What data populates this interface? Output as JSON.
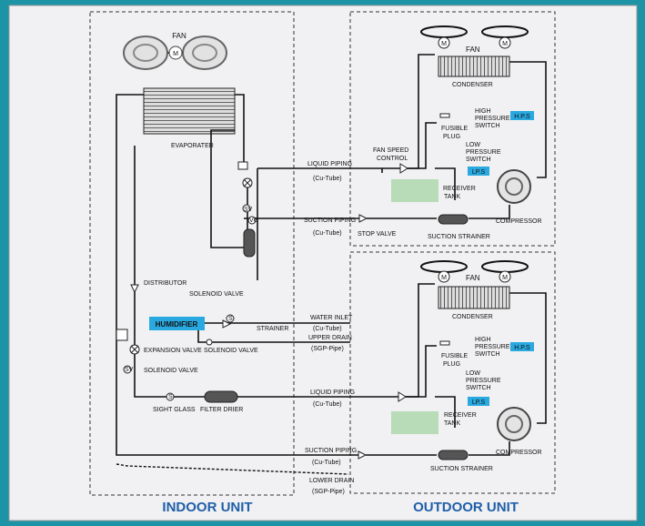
{
  "sections": {
    "indoor": "INDOOR UNIT",
    "outdoor": "OUTDOOR UNIT"
  },
  "indoor": {
    "fan": "FAN",
    "motor": "M",
    "evaporator": "EVAPORATER",
    "distributor": "DISTRIBUTOR",
    "humidifier": "HUMIDIFIER",
    "expansion_valve": "EXPANSION VALVE",
    "solenoid_valve": "SOLENOID VALVE",
    "solenoid_valve_top": "SOLENOID VALVE",
    "solenoid_valve_hum": "SOLENOID VALVE",
    "sight_glass": "SIGHT GLASS",
    "filter_drier": "FILTER DRIER",
    "strainer": "STRAINER",
    "stop_valve": "STOP VALVE",
    "sv_mark": "SV",
    "vg_mark": "VG",
    "s_mark": "S"
  },
  "pipes": {
    "liquid1": "LIQUID PIPING",
    "liquid1_sub": "(Cu-Tube)",
    "suction1": "SUCTION PIPING",
    "suction1_sub": "(Cu-Tube)",
    "water_inlet": "WATER INLET",
    "water_inlet_sub": "(Cu-Tube)",
    "upper_drain": "UPPER DRAIN",
    "upper_drain_sub": "(SGP-Pipe)",
    "liquid2": "LIQUID PIPING",
    "liquid2_sub": "(Cu-Tube)",
    "suction2": "SUCTION PIPING",
    "suction2_sub": "(Cu-Tube)",
    "lower_drain": "LOWER DRAIN",
    "lower_drain_sub": "(SGP-Pipe)"
  },
  "outdoor_top": {
    "fan": "FAN",
    "condenser": "CONDENSER",
    "fusible_plug_1": "FUSIBLE",
    "fusible_plug_2": "PLUG",
    "hp_1": "HIGH",
    "hp_2": "PRESSURE",
    "hp_3": "SWITCH",
    "hps": "H.P.S",
    "lp_1": "LOW",
    "lp_2": "PRESSURE",
    "lp_3": "SWITCH",
    "lps": "LP.S",
    "fan_speed_1": "FAN SPEED",
    "fan_speed_2": "CONTROL",
    "receiver_1": "RECEIVER",
    "receiver_2": "TANK",
    "compressor": "COMPRESSOR",
    "suction_strainer": "SUCTION STRAINER"
  },
  "outdoor_bottom": {
    "fan": "FAN",
    "condenser": "CONDENSER",
    "fusible_plug_1": "FUSIBLE",
    "fusible_plug_2": "PLUG",
    "hp_1": "HIGH",
    "hp_2": "PRESSURE",
    "hp_3": "SWITCH",
    "hps": "H.P.S",
    "lp_1": "LOW",
    "lp_2": "PRESSURE",
    "lp_3": "SWITCH",
    "lps": "LP.S",
    "receiver_1": "RECEIVER",
    "receiver_2": "TANK",
    "compressor": "COMPRESSOR",
    "suction_strainer": "SUCTION STRAINER"
  },
  "colors": {
    "frame": "#1d93a6",
    "panel": "#f1f1f3",
    "tag": "#29a9e0",
    "receiver": "#b7dcb7",
    "title": "#1f5fa8",
    "line": "#111111"
  }
}
